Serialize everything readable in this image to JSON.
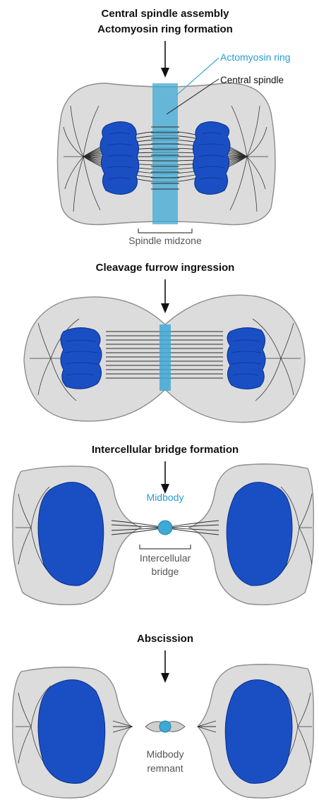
{
  "stage1": {
    "title_line1": "Central spindle assembly",
    "title_line2": "Actomyosin ring formation",
    "label_ring": "Actomyosin ring",
    "label_spindle": "Central spindle",
    "label_midzone": "Spindle midzone"
  },
  "stage2": {
    "title": "Cleavage furrow ingression"
  },
  "stage3": {
    "title": "Intercellular bridge formation",
    "label_midbody": "Midbody",
    "label_bridge_line1": "Intercellular",
    "label_bridge_line2": "bridge"
  },
  "stage4": {
    "title": "Abscission",
    "label_remnant_line1": "Midbody",
    "label_remnant_line2": "remnant"
  },
  "colors": {
    "chromatin": "#1a4fc4",
    "ring": "#3fa9d6",
    "label_blue": "#2b9ad0",
    "cell_fill": "#dcdcdc"
  }
}
